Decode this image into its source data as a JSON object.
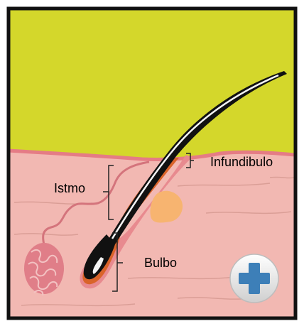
{
  "labels": {
    "infundibulo": "Infundibulo",
    "istmo": "Istmo",
    "bulbo": "Bulbo"
  },
  "colors": {
    "sky": "#d4d72b",
    "skin": "#f2b8b2",
    "skin_surface": "#e57c85",
    "skin_lines": "#d59890",
    "gland": "#e07e88",
    "sweat_duct": "#d4747c",
    "sebaceous": "#d9642a",
    "hair": "#111111",
    "hair_shine": "#f4f4f4",
    "fat_blob": "#f7b470",
    "logo_cross": "#3d7fb8",
    "border": "#111111"
  },
  "icons": {
    "logo": "medical-cross-icon"
  }
}
